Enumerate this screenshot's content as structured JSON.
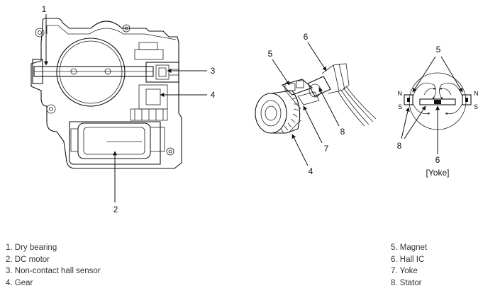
{
  "callouts": {
    "left": [
      "1",
      "2",
      "3",
      "4"
    ],
    "middle": [
      "5",
      "6",
      "7",
      "8",
      "4"
    ],
    "right": [
      "5",
      "8",
      "6"
    ]
  },
  "yoke_caption": "[Yoke]",
  "magnet_poles": {
    "left_top": "N",
    "left_bottom": "S",
    "right_top": "N",
    "right_bottom": "S"
  },
  "legend_left": [
    "1. Dry bearing",
    "2. DC motor",
    "3. Non-contact hall sensor",
    "4. Gear"
  ],
  "legend_right": [
    "5. Magnet",
    "6. Hall IC",
    "7. Yoke",
    "8. Stator"
  ]
}
